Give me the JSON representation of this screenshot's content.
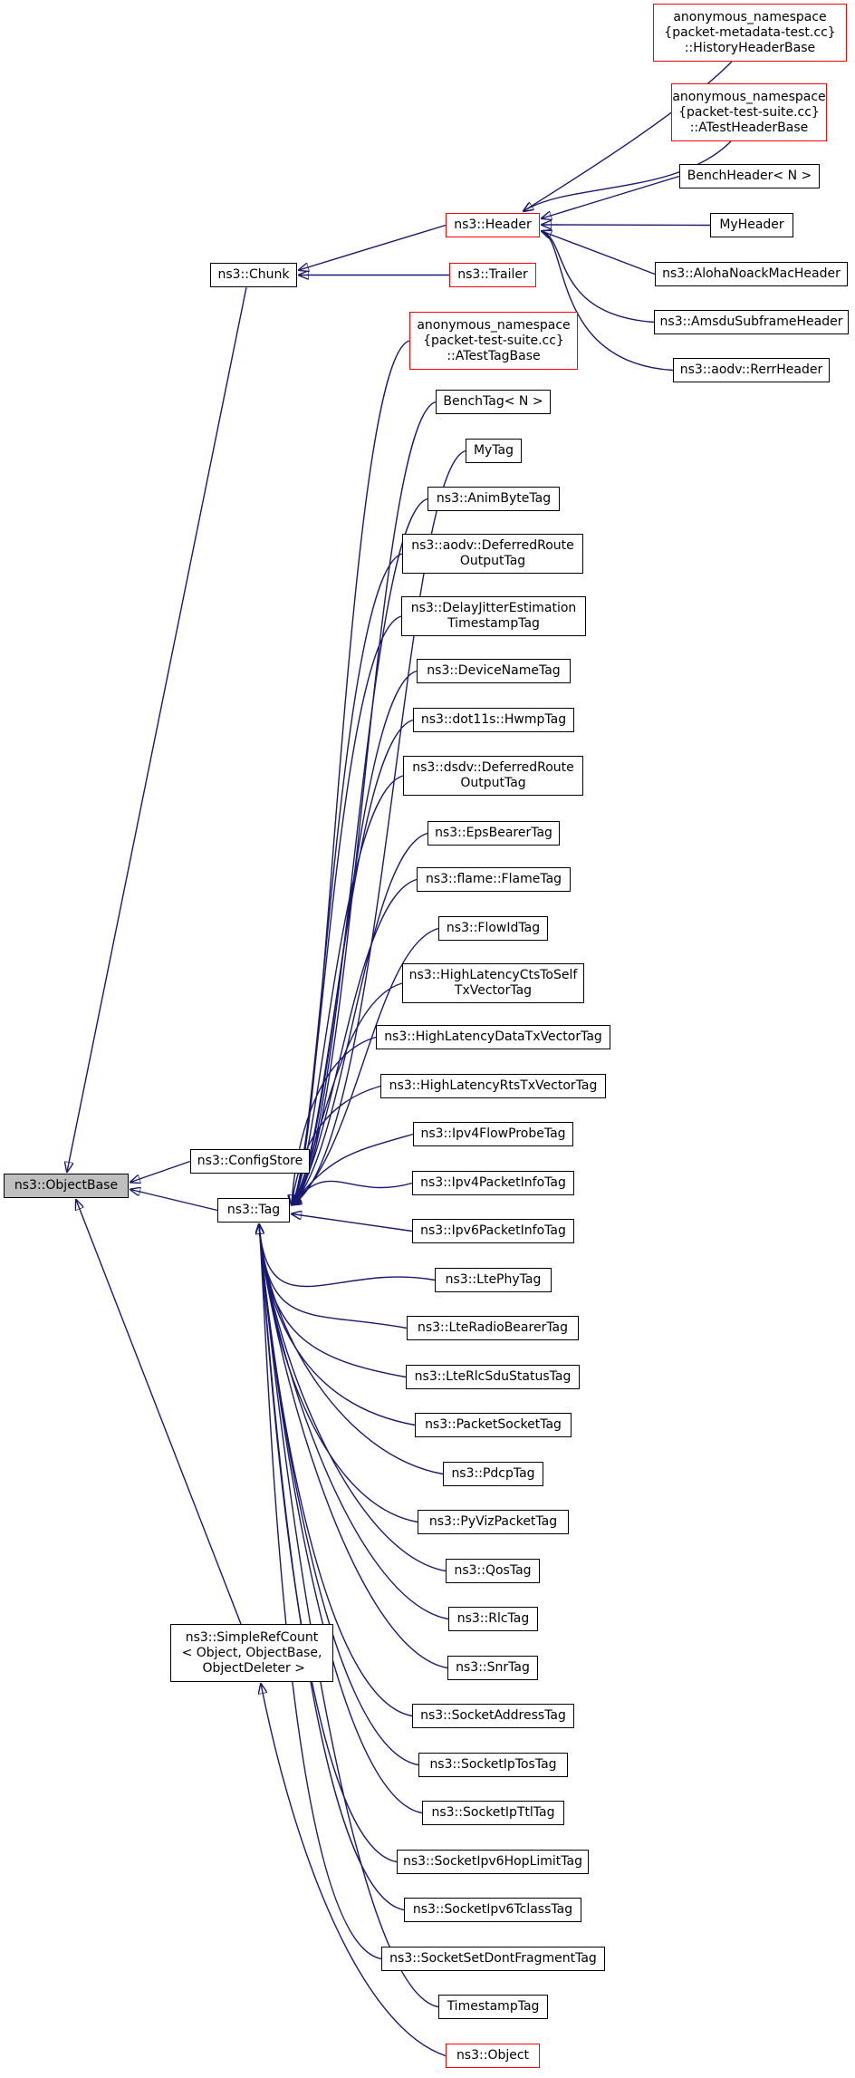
{
  "nodes": {
    "objectbase": {
      "label": "ns3::ObjectBase",
      "style": "selected"
    },
    "chunk": {
      "label": "ns3::Chunk",
      "style": "normal"
    },
    "configstore": {
      "label": "ns3::ConfigStore",
      "style": "normal"
    },
    "tag": {
      "label": "ns3::Tag",
      "style": "normal"
    },
    "simplerefcount": {
      "label": "ns3::SimpleRefCount\n< Object, ObjectBase,\n ObjectDeleter >",
      "style": "normal"
    },
    "header": {
      "label": "ns3::Header",
      "style": "red"
    },
    "trailer": {
      "label": "ns3::Trailer",
      "style": "red"
    },
    "historyheaderbase": {
      "label": "anonymous_namespace\n{packet-metadata-test.cc}\n::HistoryHeaderBase",
      "style": "red"
    },
    "atestheaderbase": {
      "label": "anonymous_namespace\n{packet-test-suite.cc}\n::ATestHeaderBase",
      "style": "red"
    },
    "benchheader": {
      "label": "BenchHeader< N >",
      "style": "normal"
    },
    "myheader": {
      "label": "MyHeader",
      "style": "normal"
    },
    "alohanoack": {
      "label": "ns3::AlohaNoackMacHeader",
      "style": "normal"
    },
    "amsdu": {
      "label": "ns3::AmsduSubframeHeader",
      "style": "normal"
    },
    "rerr": {
      "label": "ns3::aodv::RerrHeader",
      "style": "normal"
    },
    "atesttagbase": {
      "label": "anonymous_namespace\n{packet-test-suite.cc}\n::ATestTagBase",
      "style": "red"
    },
    "benchtag": {
      "label": "BenchTag< N >",
      "style": "normal"
    },
    "mytag": {
      "label": "MyTag",
      "style": "normal"
    },
    "animbytetag": {
      "label": "ns3::AnimByteTag",
      "style": "normal"
    },
    "aodvdeferred": {
      "label": "ns3::aodv::DeferredRoute\nOutputTag",
      "style": "normal"
    },
    "delayjitter": {
      "label": "ns3::DelayJitterEstimation\nTimestampTag",
      "style": "normal"
    },
    "devicename": {
      "label": "ns3::DeviceNameTag",
      "style": "normal"
    },
    "hwmp": {
      "label": "ns3::dot11s::HwmpTag",
      "style": "normal"
    },
    "dsdvdeferred": {
      "label": "ns3::dsdv::DeferredRoute\nOutputTag",
      "style": "normal"
    },
    "epsbearer": {
      "label": "ns3::EpsBearerTag",
      "style": "normal"
    },
    "flametag": {
      "label": "ns3::flame::FlameTag",
      "style": "normal"
    },
    "flowid": {
      "label": "ns3::FlowIdTag",
      "style": "normal"
    },
    "hlcts": {
      "label": "ns3::HighLatencyCtsToSelf\nTxVectorTag",
      "style": "normal"
    },
    "hldata": {
      "label": "ns3::HighLatencyDataTxVectorTag",
      "style": "normal"
    },
    "hlrts": {
      "label": "ns3::HighLatencyRtsTxVectorTag",
      "style": "normal"
    },
    "ipv4flowprobe": {
      "label": "ns3::Ipv4FlowProbeTag",
      "style": "normal"
    },
    "ipv4pktinfo": {
      "label": "ns3::Ipv4PacketInfoTag",
      "style": "normal"
    },
    "ipv6pktinfo": {
      "label": "ns3::Ipv6PacketInfoTag",
      "style": "normal"
    },
    "ltephy": {
      "label": "ns3::LtePhyTag",
      "style": "normal"
    },
    "lteradiobearer": {
      "label": "ns3::LteRadioBearerTag",
      "style": "normal"
    },
    "lterlcsdu": {
      "label": "ns3::LteRlcSduStatusTag",
      "style": "normal"
    },
    "packetsocket": {
      "label": "ns3::PacketSocketTag",
      "style": "normal"
    },
    "pdcp": {
      "label": "ns3::PdcpTag",
      "style": "normal"
    },
    "pyviz": {
      "label": "ns3::PyVizPacketTag",
      "style": "normal"
    },
    "qos": {
      "label": "ns3::QosTag",
      "style": "normal"
    },
    "rlc": {
      "label": "ns3::RlcTag",
      "style": "normal"
    },
    "snr": {
      "label": "ns3::SnrTag",
      "style": "normal"
    },
    "socketaddress": {
      "label": "ns3::SocketAddressTag",
      "style": "normal"
    },
    "socketiptos": {
      "label": "ns3::SocketIpTosTag",
      "style": "normal"
    },
    "socketipttl": {
      "label": "ns3::SocketIpTtlTag",
      "style": "normal"
    },
    "socketipv6hop": {
      "label": "ns3::SocketIpv6HopLimitTag",
      "style": "normal"
    },
    "socketipv6tclass": {
      "label": "ns3::SocketIpv6TclassTag",
      "style": "normal"
    },
    "socketsetdf": {
      "label": "ns3::SocketSetDontFragmentTag",
      "style": "normal"
    },
    "timestamp": {
      "label": "TimestampTag",
      "style": "normal"
    },
    "object": {
      "label": "ns3::Object",
      "style": "red"
    }
  },
  "edges": [
    [
      "chunk",
      "objectbase"
    ],
    [
      "configstore",
      "objectbase"
    ],
    [
      "tag",
      "objectbase"
    ],
    [
      "simplerefcount",
      "objectbase"
    ],
    [
      "header",
      "chunk"
    ],
    [
      "trailer",
      "chunk"
    ],
    [
      "historyheaderbase",
      "header"
    ],
    [
      "atestheaderbase",
      "header"
    ],
    [
      "benchheader",
      "header"
    ],
    [
      "myheader",
      "header"
    ],
    [
      "alohanoack",
      "header"
    ],
    [
      "amsdu",
      "header"
    ],
    [
      "rerr",
      "header"
    ],
    [
      "atesttagbase",
      "tag"
    ],
    [
      "benchtag",
      "tag"
    ],
    [
      "mytag",
      "tag"
    ],
    [
      "animbytetag",
      "tag"
    ],
    [
      "aodvdeferred",
      "tag"
    ],
    [
      "delayjitter",
      "tag"
    ],
    [
      "devicename",
      "tag"
    ],
    [
      "hwmp",
      "tag"
    ],
    [
      "dsdvdeferred",
      "tag"
    ],
    [
      "epsbearer",
      "tag"
    ],
    [
      "flametag",
      "tag"
    ],
    [
      "flowid",
      "tag"
    ],
    [
      "hlcts",
      "tag"
    ],
    [
      "hldata",
      "tag"
    ],
    [
      "hlrts",
      "tag"
    ],
    [
      "ipv4flowprobe",
      "tag"
    ],
    [
      "ipv4pktinfo",
      "tag"
    ],
    [
      "ipv6pktinfo",
      "tag"
    ],
    [
      "ltephy",
      "tag"
    ],
    [
      "lteradiobearer",
      "tag"
    ],
    [
      "lterlcsdu",
      "tag"
    ],
    [
      "packetsocket",
      "tag"
    ],
    [
      "pdcp",
      "tag"
    ],
    [
      "pyviz",
      "tag"
    ],
    [
      "qos",
      "tag"
    ],
    [
      "rlc",
      "tag"
    ],
    [
      "snr",
      "tag"
    ],
    [
      "socketaddress",
      "tag"
    ],
    [
      "socketiptos",
      "tag"
    ],
    [
      "socketipttl",
      "tag"
    ],
    [
      "socketipv6hop",
      "tag"
    ],
    [
      "socketipv6tclass",
      "tag"
    ],
    [
      "socketsetdf",
      "tag"
    ],
    [
      "timestamp",
      "tag"
    ],
    [
      "object",
      "simplerefcount"
    ]
  ],
  "colors": {
    "edge": "#191970",
    "highlight_border": "#ff0000",
    "selected_fill": "#bfbfbf"
  }
}
